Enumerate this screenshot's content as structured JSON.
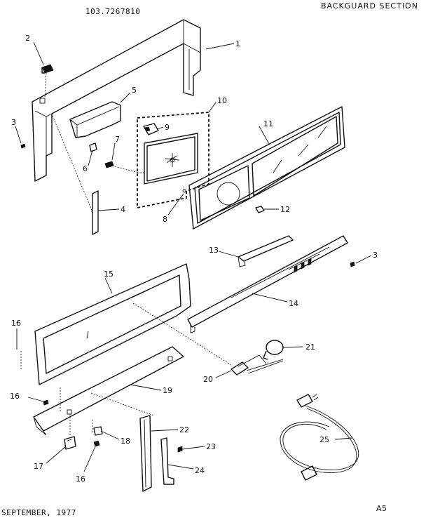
{
  "header": {
    "model_number": "103.7267810",
    "section_title": "BACKGUARD SECTION"
  },
  "footer": {
    "date": "SEPTEMBER, 1977",
    "page": "A5"
  },
  "callouts": [
    "1",
    "2",
    "3",
    "4",
    "5",
    "6",
    "7",
    "8",
    "9",
    "10",
    "11",
    "12",
    "13",
    "3",
    "14",
    "15",
    "16",
    "21",
    "20",
    "19",
    "16",
    "22",
    "18",
    "23",
    "25",
    "17",
    "16",
    "24"
  ]
}
